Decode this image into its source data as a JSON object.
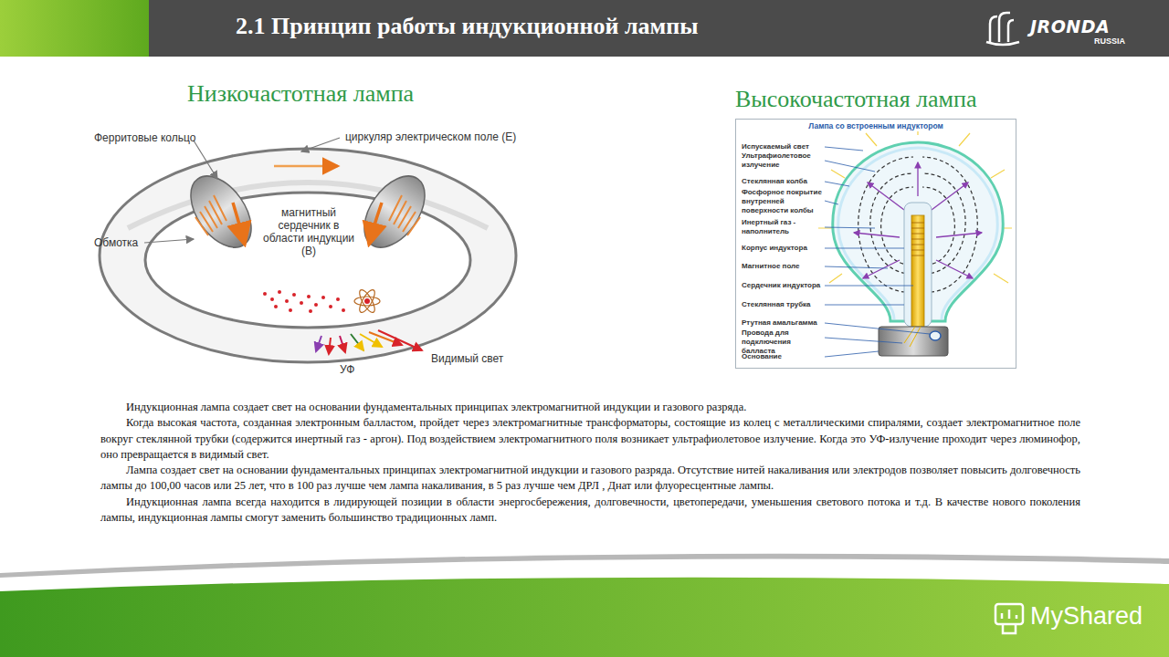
{
  "diagram": {
    "title": "2.1 Принцип работы индукционной лампы",
    "nodes": [
      {
        "text": [
          "Лампа со встроенным индуктором"
        ]
      }
    ],
    "labels": [
      "JRONDA",
      "RUSSIA",
      "Низкочастотная лампа",
      "Высокочастотная лампа",
      "Ферритовые кольцо",
      "циркуляр электрическом поле (E)",
      "магнитный сердечник в области индукции (B)",
      "Обмотка",
      "УФ",
      "Видимый свет",
      "Испускаемый свет",
      "Ультрафиолетовое излучение",
      "Стеклянная колба",
      "Фосфорное покрытие внутренней поверхности колбы",
      "Инертный газ - наполнитель",
      "Корпус индуктора",
      "Магнитное поле",
      "Сердечник индуктора",
      "Стеклянная трубка",
      "Ртутная амальгамма",
      "Провода для подключения балласта",
      "Основание",
      "Индукционная лампа создает свет на основании фундаментальных принципах электромагнитной индукции и газового разряда.",
      "Когда высокая частота, созданная электронным балластом, пройдет через электромагнитные трансформаторы, состоящие из колец с металлическими спиралями, создает электромагнитное поле вокруг стеклянной трубки (содержится инертный газ - аргон). Под воздействием электромагнитного поля возникает ультрафиолетовое излучение. Когда это УФ-излучение проходит через люминофор, оно превращается в видимый свет.",
      "Лампа создает свет на основании фундаментальных принципах электромагнитной индукции и газового разряда. Отсутствие нитей накаливания или электродов позволяет повысить долговечность лампы до 100,00 часов или 25 лет, что в 100 раз лучше чем лампа накаливания, в 5 раз лучше чем ДРЛ , Днат или флуоресцентные лампы.",
      "Индукционная лампа всегда находится в лидирующей позиции в области энергосбережения, долговечности, цветопередачи, уменьшения светового потока и т.д. В качестве нового поколения лампы, индукционная лампы смогут заменить большинство традиционных ламп.",
      "MyShared"
    ]
  }
}
